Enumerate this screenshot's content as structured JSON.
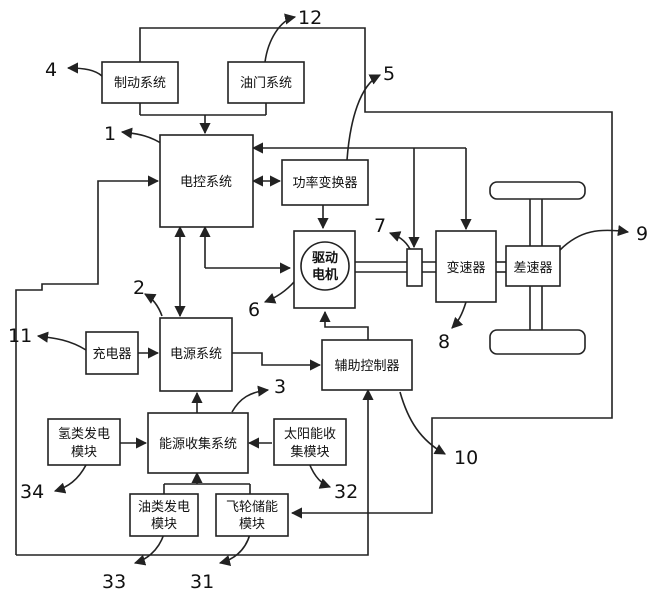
{
  "blocks": {
    "brake": "制动系统",
    "throttle": "油门系统",
    "ecu": "电控系统",
    "power_converter": "功率变换器",
    "motor_line1": "驱动",
    "motor_line2": "电机",
    "transmission": "变速器",
    "differential": "差速器",
    "charger": "充电器",
    "power_system": "电源系统",
    "aux_controller": "辅助控制器",
    "hydrogen_line1": "氢类发电",
    "hydrogen_line2": "模块",
    "energy_harvest": "能源收集系统",
    "solar_line1": "太阳能收",
    "solar_line2": "集模块",
    "oil_line1": "油类发电",
    "oil_line2": "模块",
    "flywheel_line1": "飞轮储能",
    "flywheel_line2": "模块"
  },
  "refs": {
    "n1": "1",
    "n2": "2",
    "n3": "3",
    "n4": "4",
    "n5": "5",
    "n6": "6",
    "n7": "7",
    "n8": "8",
    "n9": "9",
    "n10": "10",
    "n11": "11",
    "n12": "12",
    "n31": "31",
    "n32": "32",
    "n33": "33",
    "n34": "34"
  }
}
